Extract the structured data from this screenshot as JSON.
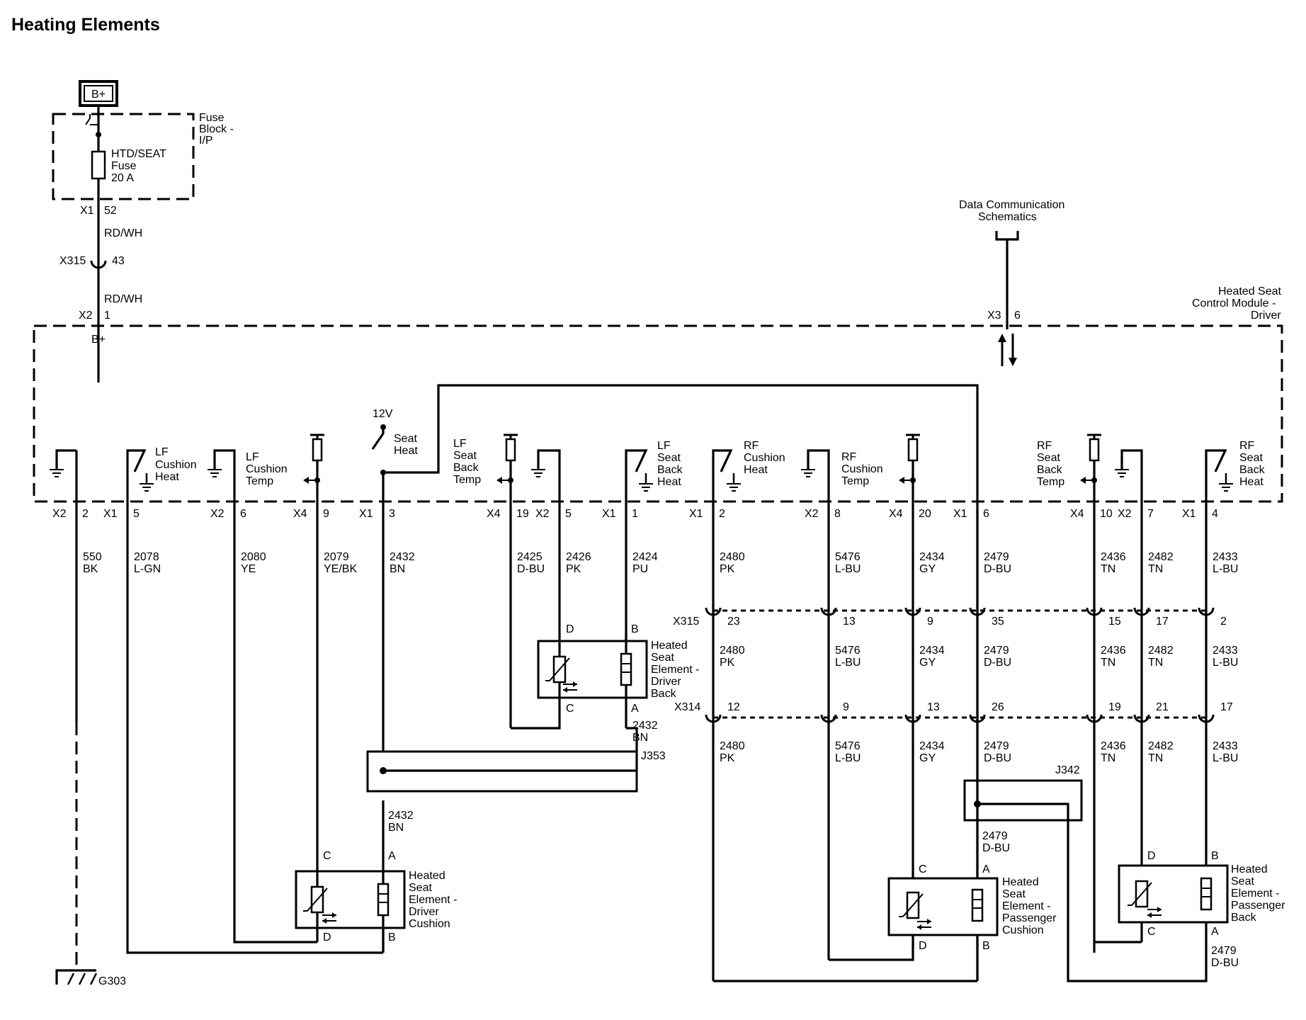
{
  "title": "Heating Elements",
  "power": {
    "battery": "B+"
  },
  "fuse_block": {
    "label": [
      "Fuse",
      "Block -",
      "I/P"
    ],
    "fuse_label": [
      "HTD/SEAT",
      "Fuse",
      "20 A"
    ],
    "connector": "X1",
    "pin": "52"
  },
  "feed": {
    "wire1": "RD/WH",
    "inline": "X315",
    "inline_pin": "43",
    "wire2": "RD/WH",
    "module_conn": "X2",
    "module_pin": "1",
    "module_pin_label": "B+"
  },
  "data_link": {
    "label": [
      "Data Communication",
      "Schematics"
    ],
    "connector": "X3",
    "pin": "6"
  },
  "module": {
    "label": [
      "Heated Seat",
      "Control Module -",
      "Driver"
    ]
  },
  "internal_labels": {
    "v12": "12V",
    "seat_heat": [
      "Seat",
      "Heat"
    ],
    "lf_cushion_heat": [
      "LF",
      "Cushion",
      "Heat"
    ],
    "lf_cushion_temp": [
      "LF",
      "Cushion",
      "Temp"
    ],
    "lf_seat_back_temp": [
      "LF",
      "Seat",
      "Back",
      "Temp"
    ],
    "lf_seat_back_heat": [
      "LF",
      "Seat",
      "Back",
      "Heat"
    ],
    "rf_cushion_heat": [
      "RF",
      "Cushion",
      "Heat"
    ],
    "rf_cushion_temp": [
      "RF",
      "Cushion",
      "Temp"
    ],
    "rf_seat_back_temp": [
      "RF",
      "Seat",
      "Back",
      "Temp"
    ],
    "rf_seat_back_heat": [
      "RF",
      "Seat",
      "Back",
      "Heat"
    ]
  },
  "pins": [
    {
      "conn": "X2",
      "pin": "2",
      "circuit": "550",
      "color": "BK"
    },
    {
      "conn": "X1",
      "pin": "5",
      "circuit": "2078",
      "color": "L-GN"
    },
    {
      "conn": "X2",
      "pin": "6",
      "circuit": "2080",
      "color": "YE"
    },
    {
      "conn": "X4",
      "pin": "9",
      "circuit": "2079",
      "color": "YE/BK"
    },
    {
      "conn": "X1",
      "pin": "3",
      "circuit": "2432",
      "color": "BN"
    },
    {
      "conn": "X4",
      "pin": "19",
      "circuit": "2425",
      "color": "D-BU"
    },
    {
      "conn": "X2",
      "pin": "5",
      "circuit": "2426",
      "color": "PK"
    },
    {
      "conn": "X1",
      "pin": "1",
      "circuit": "2424",
      "color": "PU"
    },
    {
      "conn": "X1",
      "pin": "2",
      "circuit": "2480",
      "color": "PK"
    },
    {
      "conn": "X2",
      "pin": "8",
      "circuit": "5476",
      "color": "L-BU"
    },
    {
      "conn": "X4",
      "pin": "20",
      "circuit": "2434",
      "color": "GY"
    },
    {
      "conn": "X1",
      "pin": "6",
      "circuit": "2479",
      "color": "D-BU"
    },
    {
      "conn": "X4",
      "pin": "10",
      "circuit": "2436",
      "color": "TN"
    },
    {
      "conn": "X2",
      "pin": "7",
      "circuit": "2482",
      "color": "TN"
    },
    {
      "conn": "X1",
      "pin": "4",
      "circuit": "2433",
      "color": "L-BU"
    }
  ],
  "x315": {
    "label": "X315",
    "pins": [
      "23",
      "13",
      "9",
      "35",
      "15",
      "17",
      "2"
    ]
  },
  "x314": {
    "label": "X314",
    "pins": [
      "12",
      "9",
      "13",
      "26",
      "19",
      "21",
      "17"
    ]
  },
  "passenger_wires": [
    {
      "circuit": "2480",
      "color": "PK"
    },
    {
      "circuit": "5476",
      "color": "L-BU"
    },
    {
      "circuit": "2434",
      "color": "GY"
    },
    {
      "circuit": "2479",
      "color": "D-BU"
    },
    {
      "circuit": "2436",
      "color": "TN"
    },
    {
      "circuit": "2482",
      "color": "TN"
    },
    {
      "circuit": "2433",
      "color": "L-BU"
    }
  ],
  "splices": {
    "j353": "J353",
    "j342": "J342"
  },
  "splice_wires": {
    "j353_in": {
      "circuit": "2432",
      "color": "BN"
    },
    "j353_out": {
      "circuit": "2432",
      "color": "BN"
    },
    "j342_out": {
      "circuit": "2479",
      "color": "D-BU"
    },
    "pass_back_b": {
      "circuit": "2479",
      "color": "D-BU"
    }
  },
  "elements": {
    "driver_back": {
      "label": [
        "Heated",
        "Seat",
        "Element -",
        "Driver",
        "Back"
      ],
      "pins": [
        "D",
        "B",
        "C",
        "A"
      ]
    },
    "driver_cushion": {
      "label": [
        "Heated",
        "Seat",
        "Element -",
        "Driver",
        "Cushion"
      ],
      "pins": [
        "C",
        "A",
        "D",
        "B"
      ]
    },
    "passenger_cushion": {
      "label": [
        "Heated",
        "Seat",
        "Element -",
        "Passenger",
        "Cushion"
      ],
      "pins": [
        "C",
        "A",
        "D",
        "B"
      ]
    },
    "passenger_back": {
      "label": [
        "Heated",
        "Seat",
        "Element -",
        "Passenger",
        "Back"
      ],
      "pins": [
        "D",
        "B",
        "C",
        "A"
      ]
    }
  },
  "ground": {
    "label": "G303"
  }
}
